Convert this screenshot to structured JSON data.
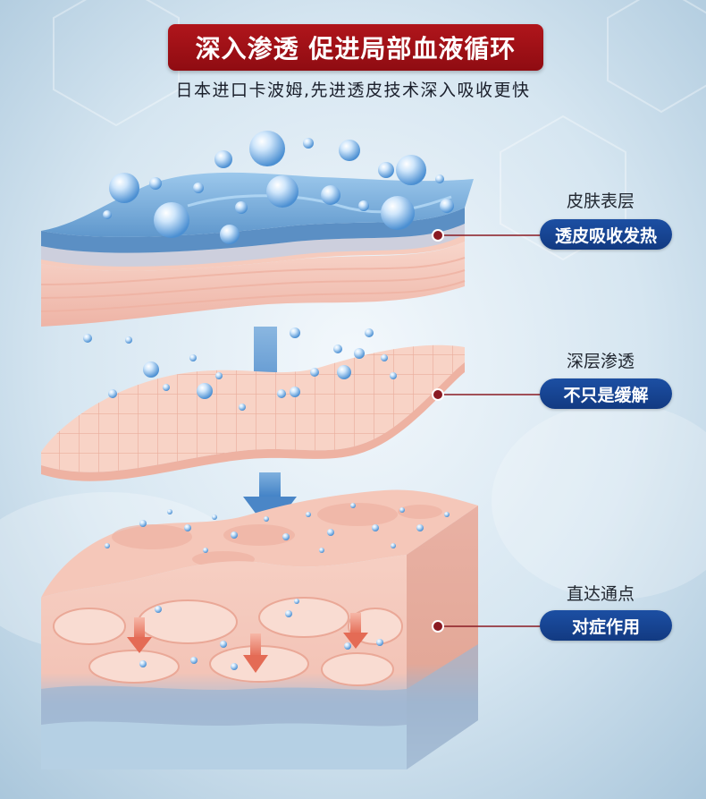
{
  "header": {
    "title": "深入渗透 促进局部血液循环",
    "subtitle": "日本进口卡波姆,先进透皮技术深入吸收更快"
  },
  "callouts": [
    {
      "title": "皮肤表层",
      "badge": "透皮吸收发热"
    },
    {
      "title": "深层渗透",
      "badge": "不只是缓解"
    },
    {
      "title": "直达通点",
      "badge": "对症作用"
    }
  ],
  "colors": {
    "banner_red": "#9e1117",
    "badge_blue": "#1a4a9c",
    "leader_line": "#8a1a22",
    "skin_pink": "#f4c9bd",
    "gel_blue": "#6a9fd0"
  }
}
